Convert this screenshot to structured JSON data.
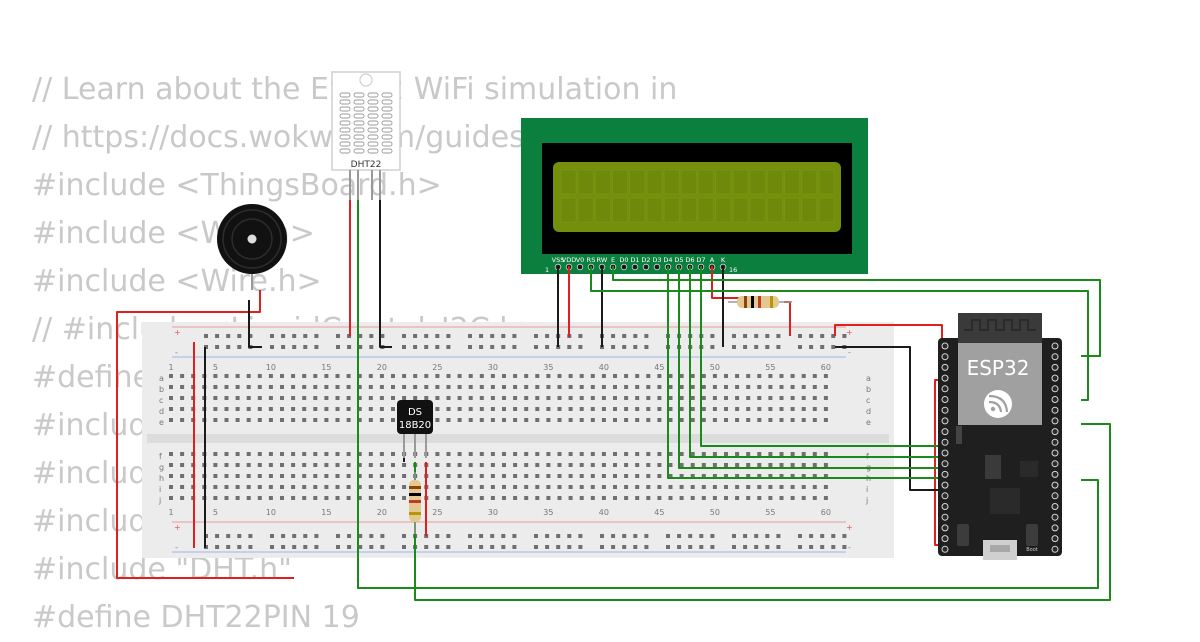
{
  "code": {
    "lines": [
      "// Learn about the ESP32 WiFi simulation in",
      "// https://docs.wokwi.com/guides",
      "#include <ThingsBoard.h>",
      "#include <WiFi.h>",
      "#include <Wire.h>",
      "// #include <LiquidCrystal_I2C.h>",
      "#define",
      "#include",
      "#include",
      "#include",
      "#include \"DHT.h\"",
      "#define DHT22PIN 19"
    ]
  },
  "components": {
    "dht22": {
      "label": "DHT22"
    },
    "ds18b20": {
      "label_line1": "DS",
      "label_line2": "18B20"
    },
    "esp32": {
      "label": "ESP32",
      "boot_label": "Boot"
    },
    "lcd": {
      "pins": [
        "VSS",
        "VDD",
        "V0",
        "RS",
        "RW",
        "E",
        "D0",
        "D1",
        "D2",
        "D3",
        "D4",
        "D5",
        "D6",
        "D7",
        "A",
        "K"
      ],
      "first_pin_number": "1",
      "last_pin_number": "16"
    }
  },
  "breadboard": {
    "column_numbers": [
      "1",
      "5",
      "10",
      "15",
      "20",
      "25",
      "30",
      "35",
      "40",
      "45",
      "50",
      "55",
      "60"
    ],
    "row_letters_top": [
      "a",
      "b",
      "c",
      "d",
      "e"
    ],
    "row_letters_bottom": [
      "f",
      "g",
      "h",
      "i",
      "j"
    ],
    "rail_plus": "+",
    "rail_minus": "-"
  },
  "colors": {
    "wire_red": "#e0201f",
    "wire_black": "#1a1a1a",
    "wire_green": "#1a8a1a",
    "lcd_board": "#0b7f3e",
    "lcd_screen": "#748f0c",
    "esp32_board": "#1f1f1f",
    "breadboard": "#ececec",
    "code_text": "#c9c9c9"
  }
}
